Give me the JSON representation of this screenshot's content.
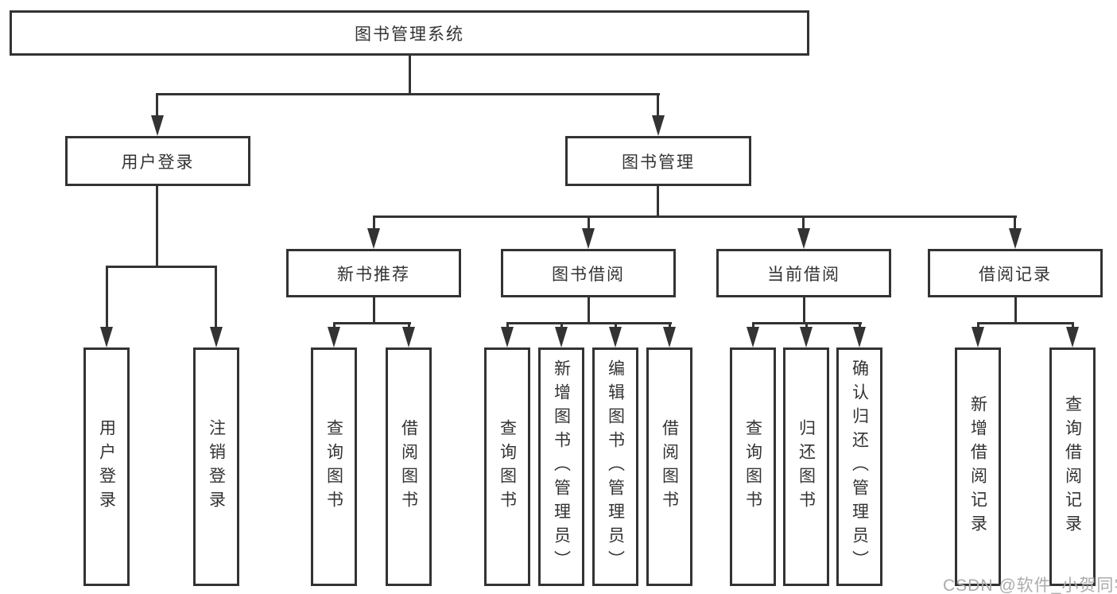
{
  "colors": {
    "line": "#333333",
    "text": "#333333",
    "box_background": "#ffffff",
    "background": "#ffffff",
    "watermark": "#ababab"
  },
  "watermark": {
    "text": "CSDN @软件_小贺同学"
  },
  "tree": {
    "root": {
      "label": "图书管理系统"
    },
    "level2": {
      "user_login": {
        "label": "用户登录"
      },
      "book_mgmt": {
        "label": "图书管理"
      }
    },
    "level3": {
      "new_book_rec": {
        "label": "新书推荐"
      },
      "book_borrow": {
        "label": "图书借阅"
      },
      "current_borrow": {
        "label": "当前借阅"
      },
      "borrow_records": {
        "label": "借阅记录"
      }
    },
    "leaves": {
      "user_login": [
        "用户登录",
        "注销登录"
      ],
      "new_book_rec": [
        "查询图书",
        "借阅图书"
      ],
      "book_borrow": [
        "查询图书",
        "新增图书（管理员）",
        "编辑图书（管理员）",
        "借阅图书"
      ],
      "current_borrow": [
        "查询图书",
        "归还图书",
        "确认归还（管理员）"
      ],
      "borrow_records": [
        "新增借阅记录",
        "查询借阅记录"
      ]
    }
  }
}
